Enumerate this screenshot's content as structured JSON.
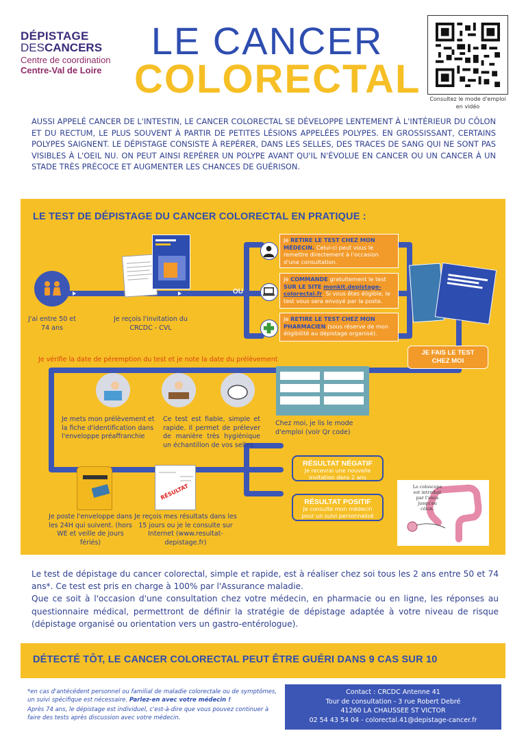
{
  "logo": {
    "line1": "DÉPISTAGE",
    "line2_thin": "DES",
    "line2_bold": "CANCERS",
    "line3": "Centre de coordination",
    "line4": "Centre-Val de Loire"
  },
  "title": {
    "line1": "LE CANCER",
    "line2": "COLORECTAL"
  },
  "qr": {
    "caption": "Consultez le mode d'emploi en vidéo"
  },
  "intro": "AUSSI APPELÉ CANCER DE L'INTESTIN, LE CANCER COLORECTAL SE DÉVELOPPE LENTEMENT À L'INTÉRIEUR DU CÔLON ET DU RECTUM, LE PLUS SOUVENT À PARTIR DE PETITES LÉSIONS APPELÉES POLYPES. EN GROSSISSANT, CERTAINS POLYPES SAIGNENT. LE DÉPISTAGE CONSISTE À REPÉRER, DANS LES SELLES, DES TRACES DE SANG QUI NE SONT PAS VISIBLES À L'OEIL NU. ON PEUT AINSI REPÉRER UN POLYPE AVANT QU'IL N'ÉVOLUE EN CANCER OU UN CANCER À UN STADE TRÈS PRÉCOCE ET AUGMENTER LES CHANCES DE GUÉRISON.",
  "panel": {
    "title": "LE TEST DE DÉPISTAGE DU CANCER COLORECTAL EN PRATIQUE :",
    "age": "J'ai entre 50 et 74 ans",
    "invitation": "Je reçois l'invitation du CRCDC - CVL",
    "ou": "OU",
    "option1": {
      "pre": "Je",
      "bold": "RETIRE LE TEST CHEZ MON MÉDECIN.",
      "rest": " Celui-ci peut vous le remettre directement à l'occasion d'une consultation."
    },
    "option2": {
      "pre": "Je",
      "bold": "COMMANDE",
      "mid": " gratuitement le test ",
      "bold2": "SUR LE SITE",
      "link": "monkit.depistage-colorectal.fr",
      "rest": ". Si vous êtes éligible, le test vous sera envoyé par la poste."
    },
    "option3": {
      "pre": "Je",
      "bold": "RETIRE LE TEST CHEZ MON PHARMACIEN",
      "rest": " (sous réserve de mon éligibilité au dépistage organisé)."
    },
    "fais_test": "JE FAIS LE TEST CHEZ MOI",
    "verifie": "Je vérifie la date de péremption du test et je note la date du prélèvement",
    "step_enveloppe": "Je mets mon prélèvement et la fiche d'identification dans l'enveloppe préaffranchie",
    "step_fiable": "Ce test est fiable, simple et rapide. Il permet de prélever de manière très hygiénique un échantillon de vos selles.",
    "step_mode": "Chez moi, je lis le mode d'emploi (voir Qr code)",
    "step_poste": "Je poste l'enveloppe dans les 24H qui suivent. (hors WE et veille de jours fériés)",
    "step_resultats": "Je reçois mes résultats dans les 15 jours ou je le consulte sur Internet (www.resultat-depistage.fr)",
    "res_neg_title": "RÉSULTAT NÉGATIF",
    "res_neg_sub": "Je recevrai une nouvelle invitation dans 2 ans",
    "res_pos_title": "RÉSULTAT POSITIF",
    "res_pos_sub": "Je consulte mon médecin pour un suivi personnalisé",
    "colon_caption": "Le coloscope est introduit par l'anus jusqu'au côlon.",
    "doc_stamp": "RÉSULTAT"
  },
  "bottom": {
    "p1": "Le test de dépistage du cancer colorectal, simple et rapide, est à réaliser chez soi tous les 2 ans entre 50 et 74 ans*.  Ce test est pris en charge à 100% par l'Assurance maladie.",
    "p2": "Que ce soit à l'occasion d'une consultation chez votre médecin, en pharmacie ou en ligne, les réponses au questionnaire médical, permettront de définir la stratégie de dépistage adaptée à votre niveau de risque (dépistage organisé ou orientation vers un gastro-entérologue)."
  },
  "banner": "DÉTECTÉ TÔT, LE CANCER COLORECTAL PEUT ÊTRE GUÉRI DANS 9 CAS SUR 10",
  "footnote": {
    "p1": "*en cas d'antécédent personnel ou familial de maladie colorectale ou de symptômes, un suivi spécifique est nécessaire. ",
    "p1_bold": "Parlez-en avec votre médecin !",
    "p2": "Après 74 ans, le dépistage est individuel, c'est-à-dire que vous pouvez continuer à faire des tests après discussion avec votre médecin."
  },
  "contact": {
    "l1": "Contact : CRCDC Antenne 41",
    "l2": "Tour de consultation - 3 rue Robert Debré",
    "l3": "41260 LA CHAUSSEE ST VICTOR",
    "l4": "02 54 43 54 04  - colorectal.41@depistage-cancer.fr"
  },
  "colors": {
    "blue": "#2e4db0",
    "yellow": "#f6bf26",
    "orange": "#f29a2a",
    "purple": "#3a2a7a",
    "magenta": "#8e2b66"
  }
}
